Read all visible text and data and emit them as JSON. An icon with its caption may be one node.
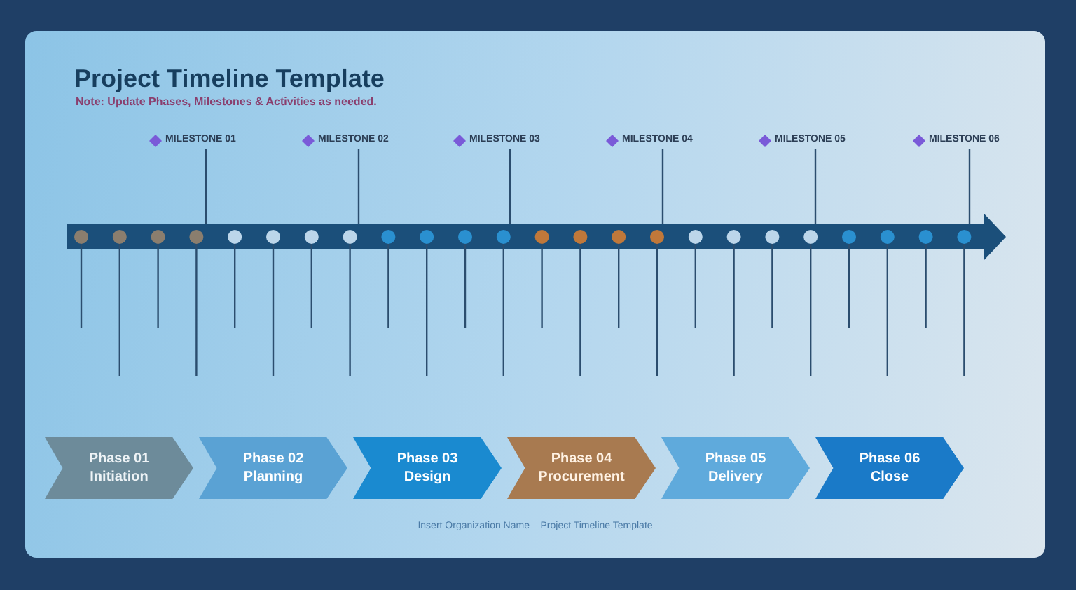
{
  "diagram": {
    "title": "Project Timeline Template",
    "caption": "Insert Organization Name – Project Timeline Template",
    "nodes": [
      {
        "text": [
          "Phase 01",
          "Initiation"
        ]
      },
      {
        "text": [
          "Phase 02",
          "Planning"
        ]
      },
      {
        "text": [
          "Phase 03",
          "Design"
        ]
      },
      {
        "text": [
          "Phase 04",
          "Procurement"
        ]
      },
      {
        "text": [
          "Phase 05",
          "Delivery"
        ]
      },
      {
        "text": [
          "Phase 06",
          "Close"
        ]
      }
    ],
    "edges": [],
    "labels": [
      "Note: Update Phases, Milestones & Activities as needed.",
      "MILESTONE 01",
      "MILESTONE 02",
      "MILESTONE 03",
      "MILESTONE 04",
      "MILESTONE 05",
      "MILESTONE 06"
    ]
  }
}
